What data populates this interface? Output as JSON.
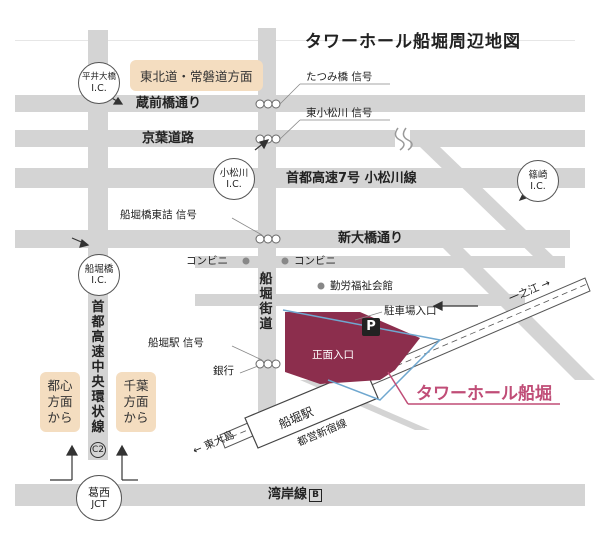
{
  "title": "タワーホール船堀周辺地図",
  "directions": {
    "tohoku": "東北道・常磐道方面",
    "toshin": "都心方面から",
    "chiba": "千葉方面から"
  },
  "roads": {
    "kuramaebashi": "蔵前橋通り",
    "keiyo": "京葉道路",
    "shuto7": "首都高速7号 小松川線",
    "shinohashi": "新大橋通り",
    "funabori_kaido": "船堀街道",
    "chuo_kanjo": "首都高速中央環状線",
    "chuo_kanjo_num": "C2",
    "wangan": "湾岸線",
    "wangan_num": "B"
  },
  "interchanges": {
    "hiraidohashi": [
      "平井大橋",
      "I.C."
    ],
    "komatsugawa": [
      "小松川",
      "I.C."
    ],
    "shinozaki": [
      "篠崎",
      "I.C."
    ],
    "funaborbashi": [
      "船堀橋",
      "I.C."
    ],
    "kasai": [
      "葛西",
      "JCT"
    ]
  },
  "signals": {
    "tatsumibashi": "たつみ橋 信号",
    "higashikomatsugawa": "東小松川 信号",
    "funabori_higashi": "船堀橋東詰 信号",
    "funabori_eki": "船堀駅 信号"
  },
  "landmarks": {
    "conbini1": "コンビニ",
    "conbini2": "コンビニ",
    "roudou": "勤労福祉会館",
    "bank": "銀行",
    "parking_entrance": "駐車場入口",
    "parking_symbol": "P",
    "main_entrance": "正面入口",
    "tower_hall": "タワーホール船堀",
    "station": "船堀駅",
    "line": "都営新宿線",
    "higashiojima": "東大島",
    "ichinoe": "一之江"
  },
  "colors": {
    "road": "#d4d4d4",
    "building": "#8c2e4d",
    "accent": "#c04d77",
    "direction_box": "#f4ddc0",
    "route_blue": "#6fa7cf"
  }
}
